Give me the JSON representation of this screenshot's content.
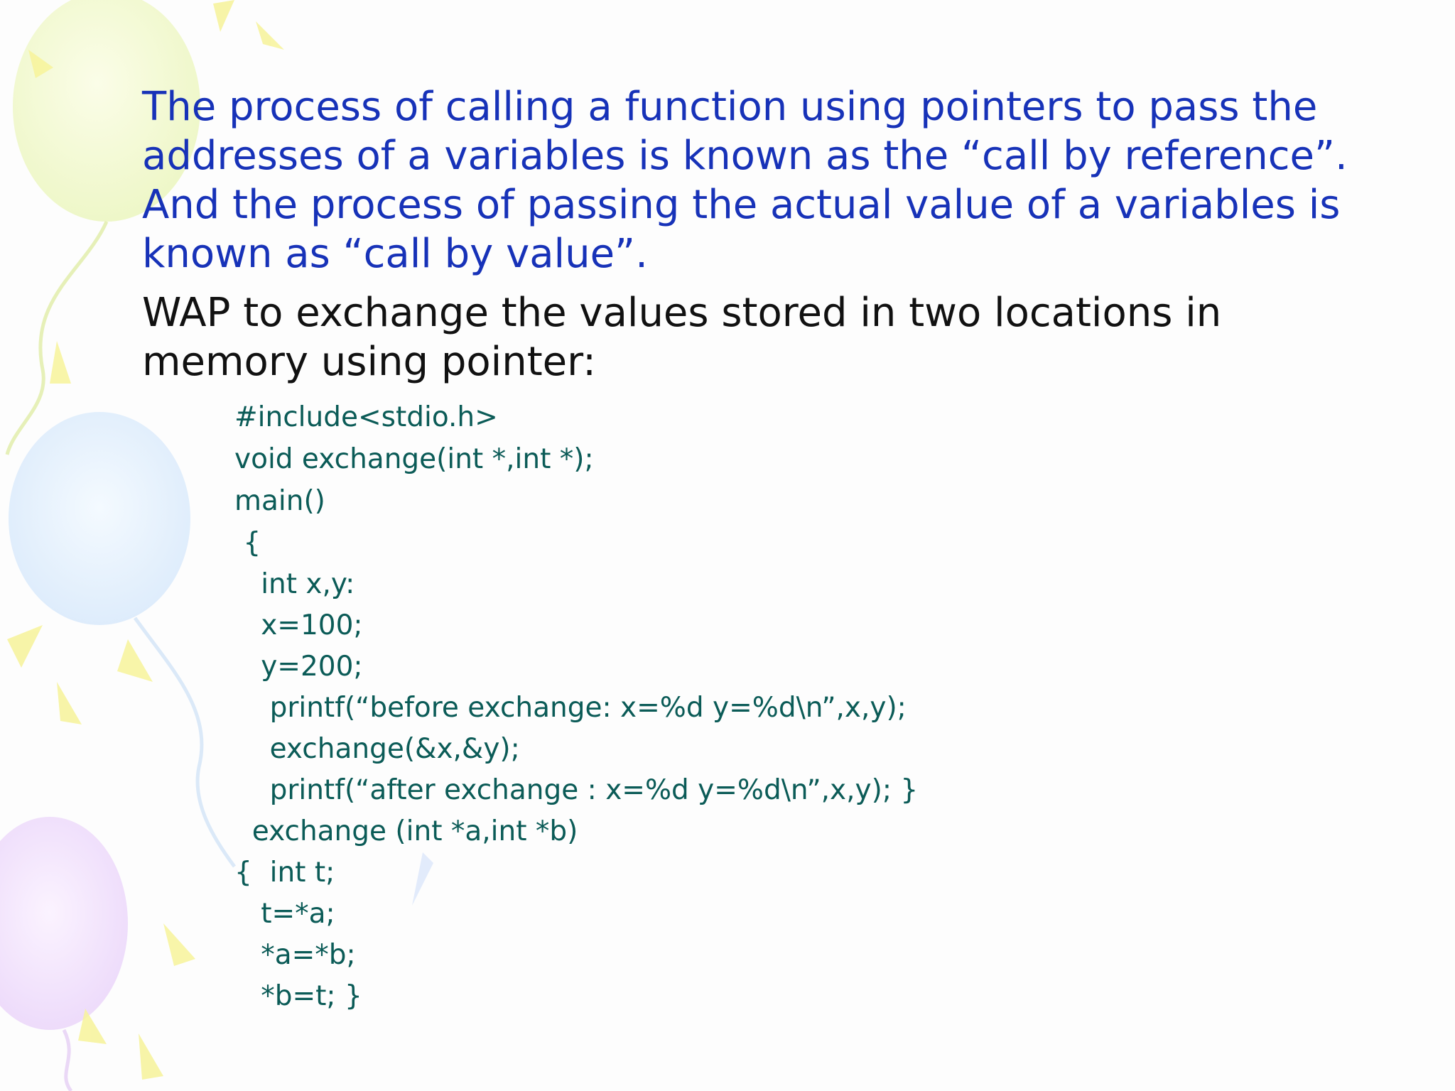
{
  "slide": {
    "paragraph_1": "The process of calling a function using pointers to pass the addresses of a variables is known as the “call by reference”. And the process of passing the actual value of a variables is known as “call by value”.",
    "paragraph_2": "WAP to exchange the values stored in two locations in memory using pointer:",
    "code_lines": [
      "#include<stdio.h>",
      "void exchange(int *,int *);",
      "main()",
      " {",
      "   int x,y:",
      "   x=100;",
      "   y=200;",
      "    printf(“before exchange: x=%d y=%d\\n”,x,y);",
      "    exchange(&x,&y);",
      "    printf(“after exchange : x=%d y=%d\\n”,x,y); }",
      "  exchange (int *a,int *b)",
      "{  int t;",
      "   t=*a;",
      "   *a=*b;",
      "   *b=t; }"
    ]
  },
  "colors": {
    "paragraph_1": "#1732b8",
    "paragraph_2": "#111111",
    "code": "#0b5b57",
    "background": "#fdfdfd"
  },
  "decorations": [
    "balloon-yellow",
    "balloon-blue",
    "balloon-purple",
    "confetti-shards"
  ]
}
